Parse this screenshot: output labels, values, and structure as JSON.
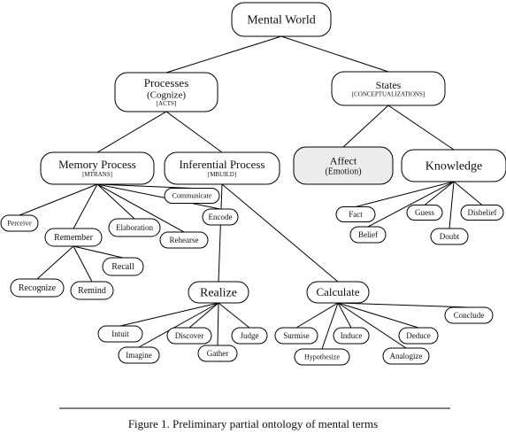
{
  "caption": "Figure 1. Preliminary partial ontology of mental terms",
  "nodes": {
    "mental_world": {
      "label": "Mental World"
    },
    "processes": {
      "label": "Processes",
      "sub": "(Cognize)",
      "tag": "[ACTS]"
    },
    "states": {
      "label": "States",
      "tag": "[CONCEPTUALIZATIONS]"
    },
    "memory_process": {
      "label": "Memory Process",
      "tag": "[MTRANS]"
    },
    "inferential_process": {
      "label": "Inferential Process",
      "tag": "[MBUILD]"
    },
    "affect": {
      "label": "Affect",
      "sub": "(Emotion)"
    },
    "knowledge": {
      "label": "Knowledge"
    },
    "perceive": {
      "label": "Perceive"
    },
    "remember": {
      "label": "Remember"
    },
    "elaboration": {
      "label": "Elaboration"
    },
    "communicate": {
      "label": "Communicate"
    },
    "encode": {
      "label": "Encode"
    },
    "rehearse": {
      "label": "Rehearse"
    },
    "recall": {
      "label": "Recall"
    },
    "recognize": {
      "label": "Recognize"
    },
    "remind": {
      "label": "Remind"
    },
    "fact": {
      "label": "Fact"
    },
    "guess": {
      "label": "Guess"
    },
    "disbelief": {
      "label": "Disbelief"
    },
    "belief": {
      "label": "Belief"
    },
    "doubt": {
      "label": "Doubt"
    },
    "realize": {
      "label": "Realize"
    },
    "calculate": {
      "label": "Calculate"
    },
    "intuit": {
      "label": "Intuit"
    },
    "discover": {
      "label": "Discover"
    },
    "judge": {
      "label": "Judge"
    },
    "imagine": {
      "label": "Imagine"
    },
    "gather": {
      "label": "Gather"
    },
    "surmise": {
      "label": "Surmise"
    },
    "induce": {
      "label": "Induce"
    },
    "deduce": {
      "label": "Deduce"
    },
    "conclude": {
      "label": "Conclude"
    },
    "hypothesize": {
      "label": "Hypothesize"
    },
    "analogize": {
      "label": "Analogize"
    }
  },
  "edges": [
    [
      "mental_world",
      "processes"
    ],
    [
      "mental_world",
      "states"
    ],
    [
      "processes",
      "memory_process"
    ],
    [
      "processes",
      "inferential_process"
    ],
    [
      "states",
      "affect"
    ],
    [
      "states",
      "knowledge"
    ],
    [
      "memory_process",
      "perceive"
    ],
    [
      "memory_process",
      "remember"
    ],
    [
      "memory_process",
      "elaboration"
    ],
    [
      "memory_process",
      "communicate"
    ],
    [
      "memory_process",
      "encode"
    ],
    [
      "memory_process",
      "rehearse"
    ],
    [
      "remember",
      "recall"
    ],
    [
      "remember",
      "recognize"
    ],
    [
      "remember",
      "remind"
    ],
    [
      "knowledge",
      "fact"
    ],
    [
      "knowledge",
      "belief"
    ],
    [
      "knowledge",
      "guess"
    ],
    [
      "knowledge",
      "doubt"
    ],
    [
      "knowledge",
      "disbelief"
    ],
    [
      "inferential_process",
      "realize"
    ],
    [
      "inferential_process",
      "calculate"
    ],
    [
      "realize",
      "intuit"
    ],
    [
      "realize",
      "imagine"
    ],
    [
      "realize",
      "discover"
    ],
    [
      "realize",
      "gather"
    ],
    [
      "realize",
      "judge"
    ],
    [
      "calculate",
      "surmise"
    ],
    [
      "calculate",
      "hypothesize"
    ],
    [
      "calculate",
      "induce"
    ],
    [
      "calculate",
      "analogize"
    ],
    [
      "calculate",
      "deduce"
    ],
    [
      "calculate",
      "conclude"
    ]
  ]
}
